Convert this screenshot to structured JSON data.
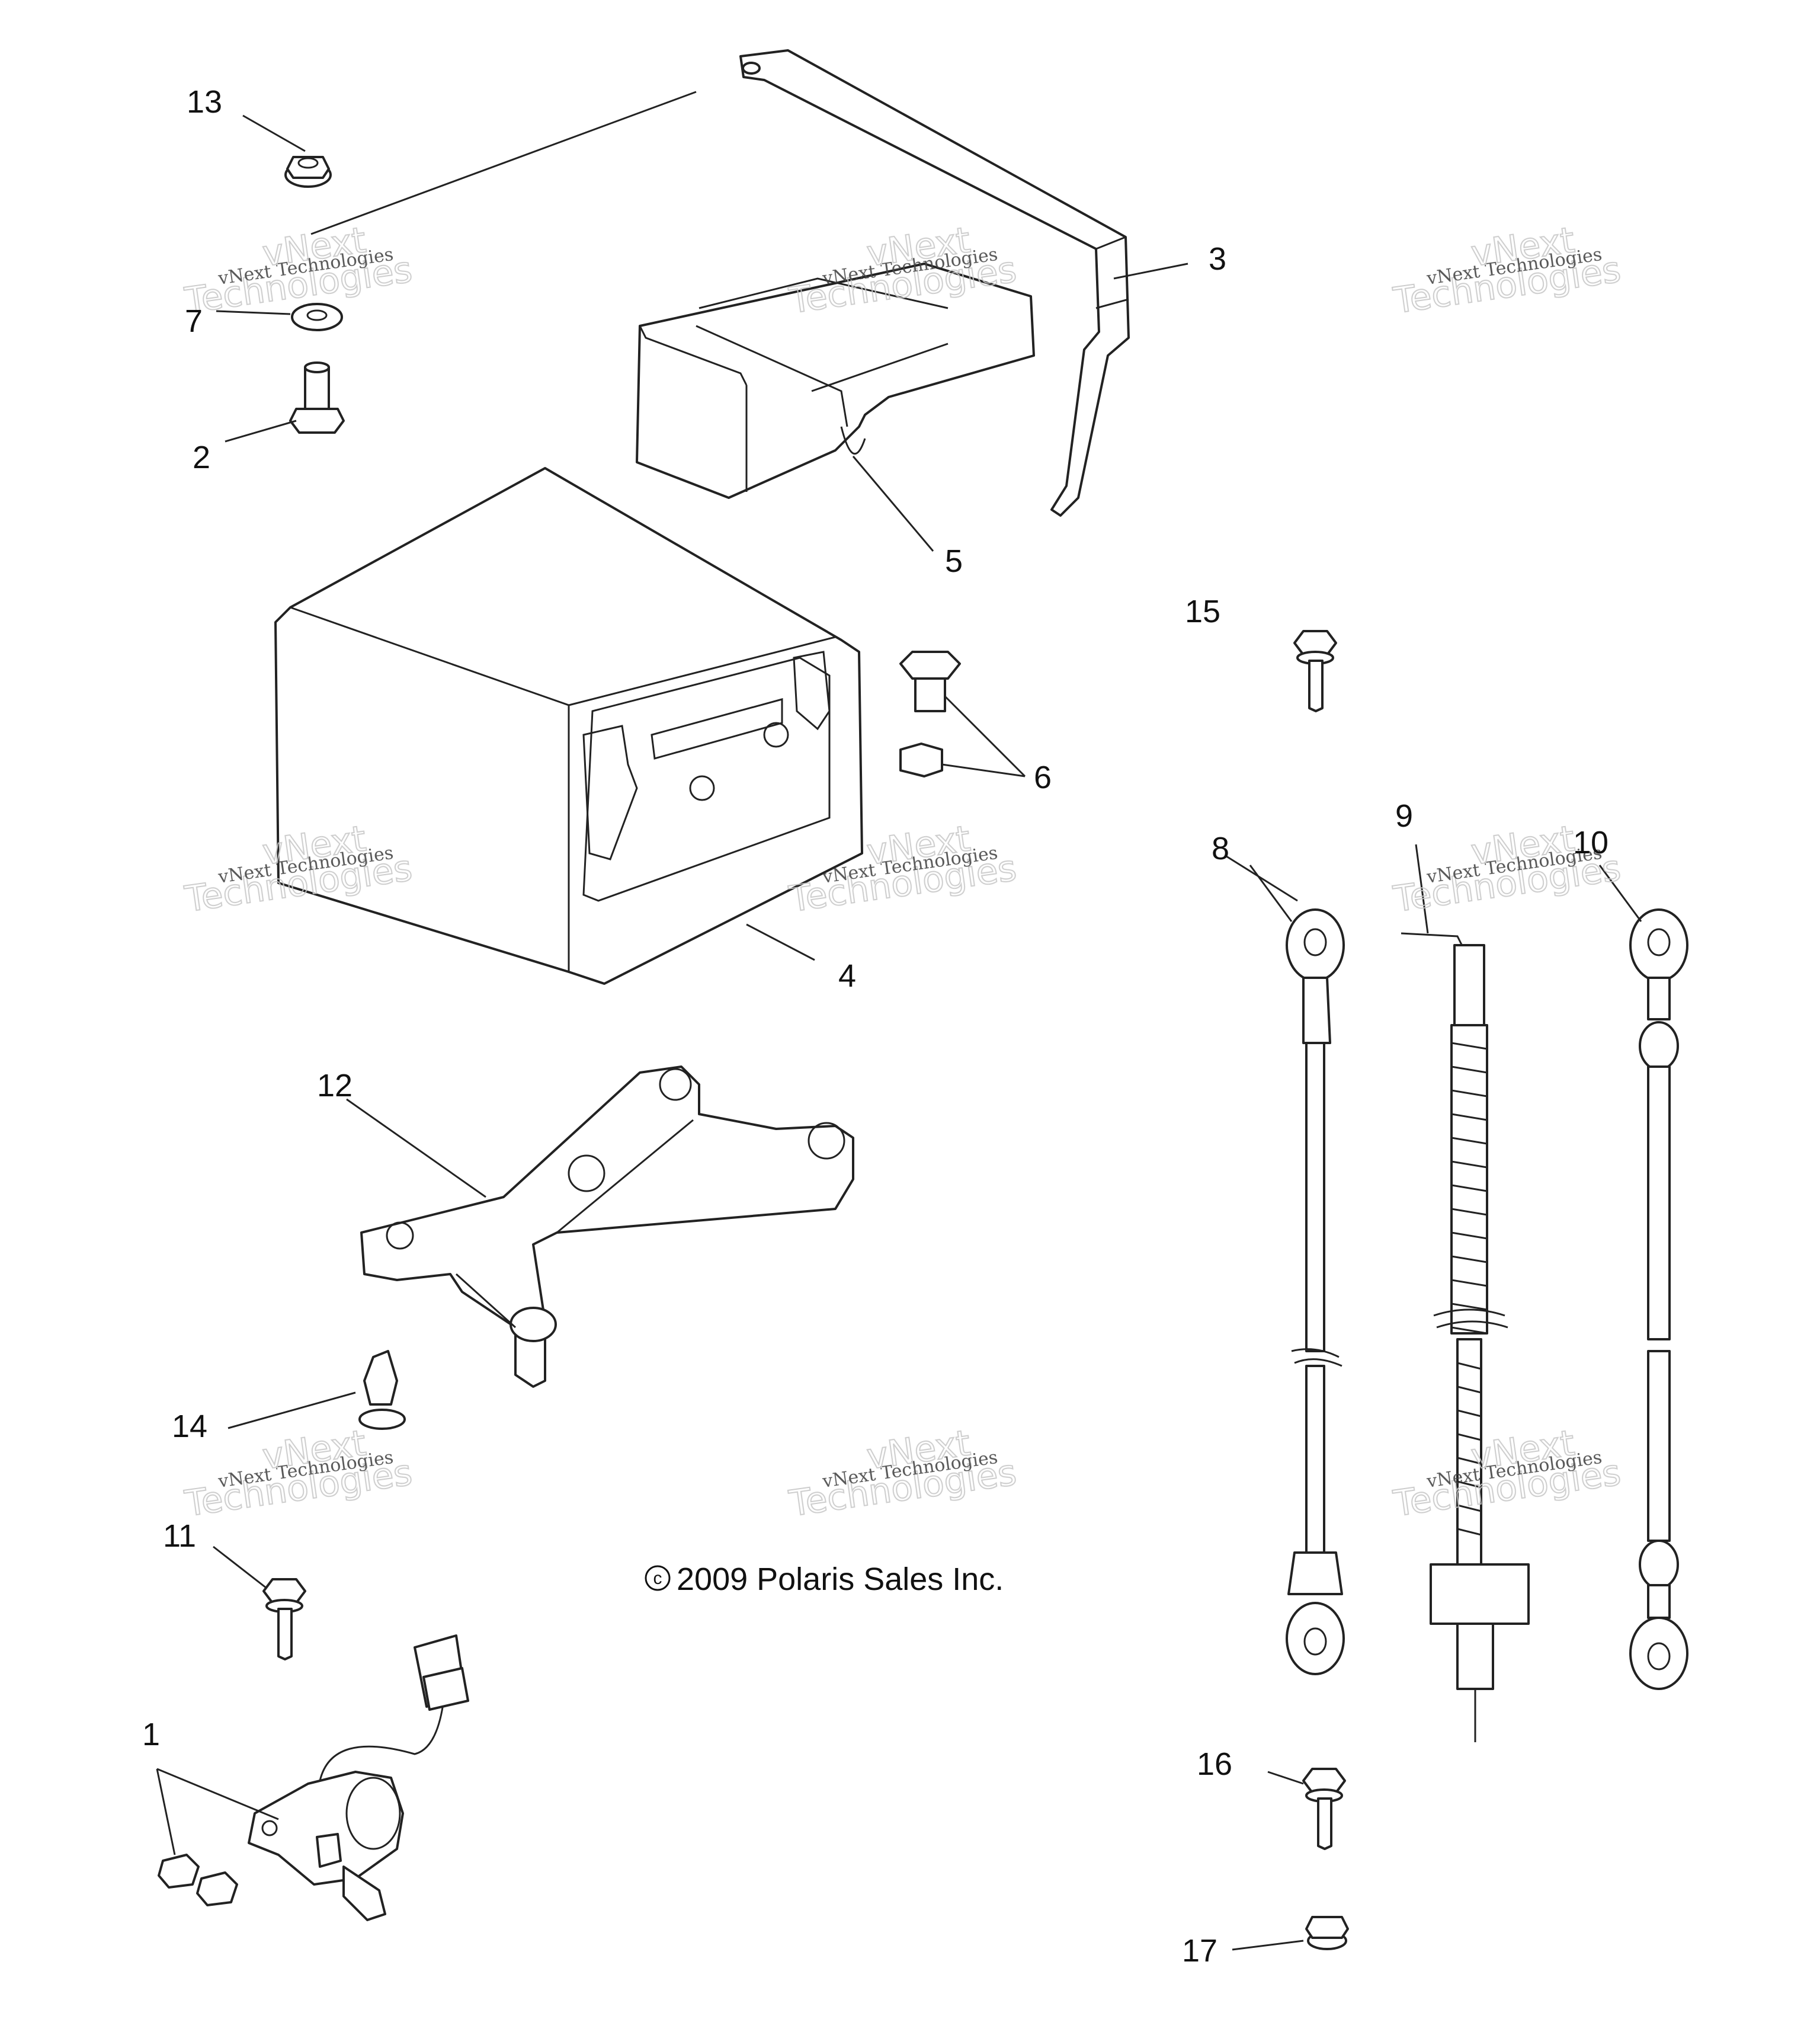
{
  "diagram": {
    "callouts": [
      {
        "id": "1",
        "label": "1"
      },
      {
        "id": "2",
        "label": "2"
      },
      {
        "id": "3",
        "label": "3"
      },
      {
        "id": "4",
        "label": "4"
      },
      {
        "id": "5",
        "label": "5"
      },
      {
        "id": "6",
        "label": "6"
      },
      {
        "id": "7",
        "label": "7"
      },
      {
        "id": "8",
        "label": "8"
      },
      {
        "id": "9",
        "label": "9"
      },
      {
        "id": "10",
        "label": "10"
      },
      {
        "id": "11",
        "label": "11"
      },
      {
        "id": "12",
        "label": "12"
      },
      {
        "id": "13",
        "label": "13"
      },
      {
        "id": "14",
        "label": "14"
      },
      {
        "id": "15",
        "label": "15"
      },
      {
        "id": "16",
        "label": "16"
      },
      {
        "id": "17",
        "label": "17"
      }
    ],
    "copyright": "2009 Polaris Sales Inc.",
    "copyright_symbol": "c",
    "watermark": {
      "line1": "vNext Technologies",
      "line2": "vNext",
      "line3": "Technologies"
    }
  }
}
